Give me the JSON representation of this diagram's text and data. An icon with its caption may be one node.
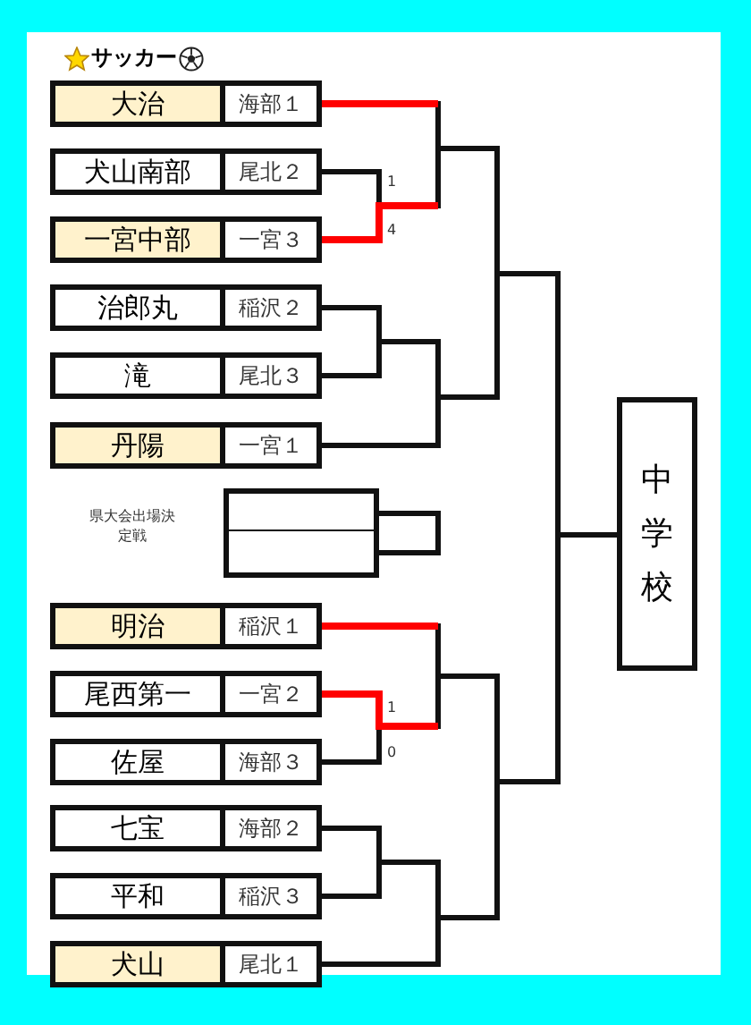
{
  "diagram": {
    "title": "サッカー",
    "nodes": [
      {
        "text": [
          "大治",
          "海部１"
        ]
      },
      {
        "text": [
          "犬山南部",
          "尾北２"
        ]
      },
      {
        "text": [
          "一宮中部",
          "一宮３"
        ]
      },
      {
        "text": [
          "治郎丸",
          "稲沢２"
        ]
      },
      {
        "text": [
          "滝",
          "尾北３"
        ]
      },
      {
        "text": [
          "丹陽",
          "一宮１"
        ]
      },
      {
        "text": [],
        "shape": "box"
      },
      {
        "text": [],
        "shape": "box"
      },
      {
        "text": [
          "明治",
          "稲沢１"
        ]
      },
      {
        "text": [
          "尾西第一",
          "一宮２"
        ]
      },
      {
        "text": [
          "佐屋",
          "海部３"
        ]
      },
      {
        "text": [
          "七宝",
          "海部２"
        ]
      },
      {
        "text": [
          "平和",
          "稲沢３"
        ]
      },
      {
        "text": [
          "犬山",
          "尾北１"
        ]
      },
      {
        "text": [
          "中学校"
        ]
      }
    ],
    "edges": [
      {
        "from": 0,
        "to": 14,
        "arrow": "none"
      },
      {
        "from": 1,
        "to": 14,
        "arrow": "none"
      },
      {
        "from": 2,
        "to": 14,
        "arrow": "none"
      },
      {
        "from": 3,
        "to": 14,
        "arrow": "none"
      },
      {
        "from": 4,
        "to": 14,
        "arrow": "none"
      },
      {
        "from": 5,
        "to": 14,
        "arrow": "none"
      },
      {
        "from": 8,
        "to": 14,
        "arrow": "none"
      },
      {
        "from": 9,
        "to": 14,
        "arrow": "none"
      },
      {
        "from": 10,
        "to": 14,
        "arrow": "none"
      },
      {
        "from": 11,
        "to": 14,
        "arrow": "none"
      },
      {
        "from": 12,
        "to": 14,
        "arrow": "none"
      },
      {
        "from": 13,
        "to": 14,
        "arrow": "none"
      },
      {
        "from": 6,
        "to": 7,
        "arrow": "none"
      }
    ],
    "labels": [
      "県大会出場決定戦",
      "1",
      "4",
      "1",
      "0"
    ]
  }
}
